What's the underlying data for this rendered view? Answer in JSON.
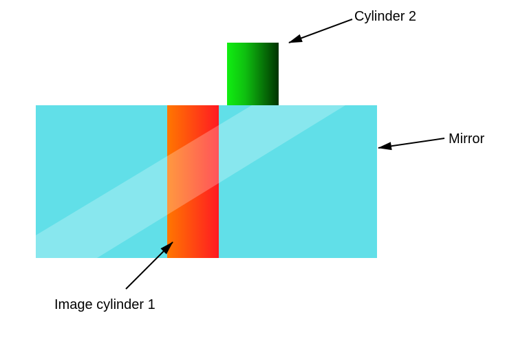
{
  "labels": {
    "cylinder2": "Cylinder 2",
    "mirror": "Mirror",
    "image_cylinder1": "Image cylinder 1"
  },
  "colors": {
    "mirror": "#61dfe8",
    "reflection_band": "#ffffff",
    "cylinder2_light": "#11ee11",
    "cylinder2_dark": "#003300",
    "image_cylinder_light": "#ff7700",
    "image_cylinder_dark": "#ff1a22",
    "arrow": "#000000"
  }
}
